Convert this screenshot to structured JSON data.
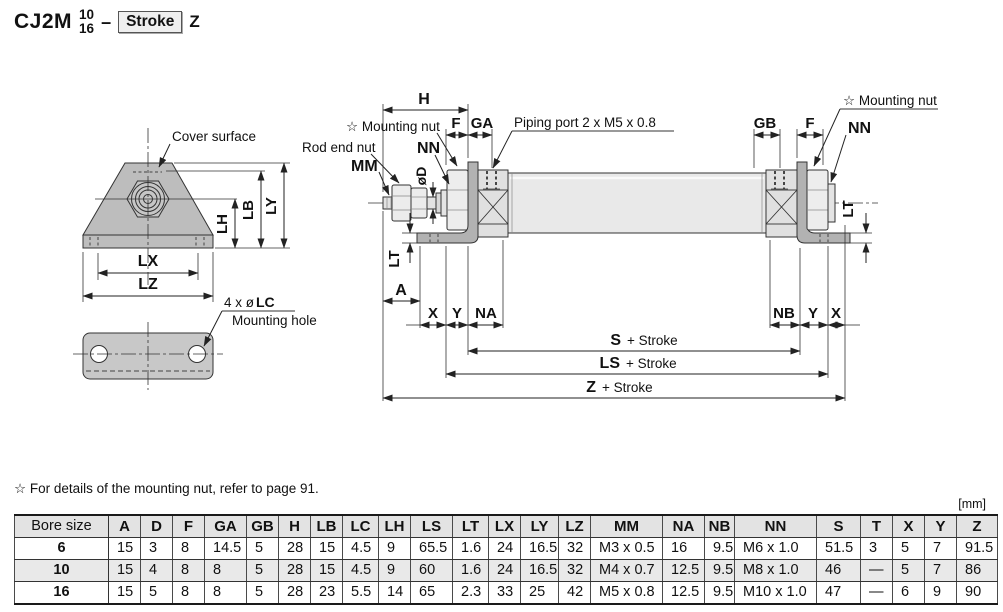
{
  "title": {
    "model": "CJ2M",
    "bore_top": "10",
    "bore_bottom": "16",
    "separator": "–",
    "stroke_label": "Stroke",
    "suffix": "Z"
  },
  "figure": {
    "labels": {
      "cover_surface": "Cover surface",
      "lc_prefix": "4 x ø",
      "lc_bold": "LC",
      "mounting_hole": "Mounting hole",
      "mounting_nut": "☆ Mounting nut",
      "rod_end_nut": "Rod end nut",
      "piping_port": "Piping port 2 x M5 x 0.8",
      "plus_stroke": "+ Stroke"
    },
    "dims": {
      "LH": "LH",
      "LB": "LB",
      "LY": "LY",
      "LX": "LX",
      "LZ": "LZ",
      "H": "H",
      "F": "F",
      "GA": "GA",
      "GB": "GB",
      "NN": "NN",
      "MM": "MM",
      "OD": "øD",
      "LT": "LT",
      "A": "A",
      "X": "X",
      "Y": "Y",
      "NA": "NA",
      "NB": "NB",
      "S": "S",
      "LS": "LS",
      "Z": "Z"
    }
  },
  "footnote": "☆ For details of the mounting nut, refer to page 91.",
  "units_note": "[mm]",
  "table": {
    "headers": [
      "Bore size",
      "A",
      "D",
      "F",
      "GA",
      "GB",
      "H",
      "LB",
      "LC",
      "LH",
      "LS",
      "LT",
      "LX",
      "LY",
      "LZ",
      "MM",
      "NA",
      "NB",
      "NN",
      "S",
      "T",
      "X",
      "Y",
      "Z"
    ],
    "rows": [
      [
        "6",
        "15",
        "3",
        "8",
        "14.5",
        "5",
        "28",
        "15",
        "4.5",
        "9",
        "65.5",
        "1.6",
        "24",
        "16.5",
        "32",
        "M3 x 0.5",
        "16",
        "9.5",
        "M6 x 1.0",
        "51.5",
        "3",
        "5",
        "7",
        "91.5"
      ],
      [
        "10",
        "15",
        "4",
        "8",
        "8",
        "5",
        "28",
        "15",
        "4.5",
        "9",
        "60",
        "1.6",
        "24",
        "16.5",
        "32",
        "M4 x 0.7",
        "12.5",
        "9.5",
        "M8 x 1.0",
        "46",
        "—",
        "5",
        "7",
        "86"
      ],
      [
        "16",
        "15",
        "5",
        "8",
        "8",
        "5",
        "28",
        "23",
        "5.5",
        "14",
        "65",
        "2.3",
        "33",
        "25",
        "42",
        "M5 x 0.8",
        "12.5",
        "9.5",
        "M10 x 1.0",
        "47",
        "—",
        "6",
        "9",
        "90"
      ]
    ]
  }
}
